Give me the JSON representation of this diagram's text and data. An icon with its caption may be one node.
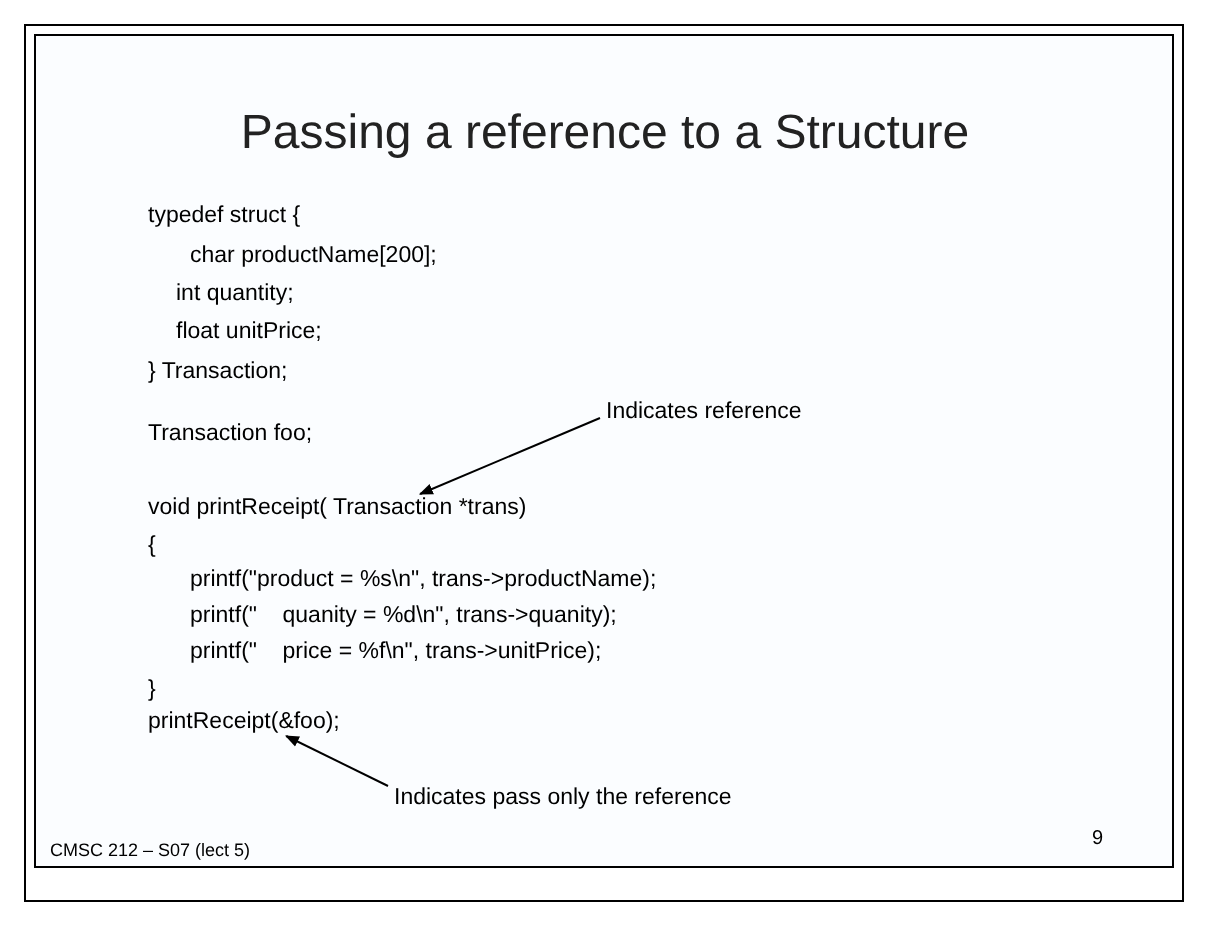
{
  "diagram": {
    "title": "Passing a reference to a Structure",
    "nodes": [
      {
        "text": [
          "Indicates reference"
        ]
      },
      {
        "text": [
          "void printReceipt( Transaction *trans)"
        ]
      },
      {
        "text": [
          "printReceipt(&foo);"
        ]
      },
      {
        "text": [
          "Indicates pass only the reference"
        ]
      }
    ],
    "edges": [
      {
        "from": 0,
        "to": 1,
        "arrow": "to"
      },
      {
        "from": 3,
        "to": 2,
        "arrow": "to"
      }
    ],
    "labels": [
      "typedef struct {",
      "char productName[200];",
      "int quantity;",
      "float unitPrice;",
      "} Transaction;",
      "Transaction foo;",
      "{",
      "printf(\"product = %s\\n\", trans->productName);",
      "printf(\"    quanity = %d\\n\", trans->quanity);",
      "printf(\"    price = %f\\n\", trans->unitPrice);",
      "}",
      "CMSC 212 – S07 (lect 5)",
      "9"
    ]
  }
}
